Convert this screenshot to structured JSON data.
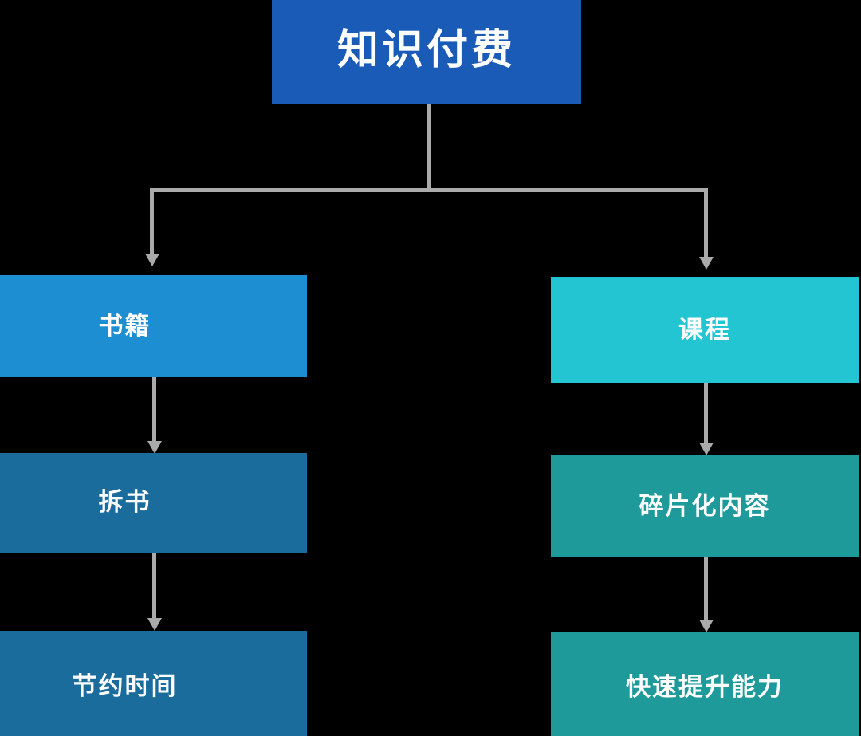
{
  "diagram": {
    "title": "知识付费",
    "background_color": "#000000",
    "connector_color": "#AAAAAA",
    "text_color": "#FFFFFF",
    "type": "tree-flowchart",
    "root": {
      "label": "知识付费",
      "color": "#1A5BB8"
    },
    "branches": [
      {
        "id": "books",
        "label": "书籍",
        "color": "#1C8ED1",
        "children": [
          {
            "id": "dissect",
            "label": "拆书",
            "color": "#1A6C9C",
            "children": [
              {
                "id": "save-time",
                "label": "节约时间",
                "color": "#1A6C9C"
              }
            ]
          }
        ]
      },
      {
        "id": "courses",
        "label": "课程",
        "color": "#22C5D1",
        "children": [
          {
            "id": "fragmented-content",
            "label": "碎片化内容",
            "color": "#1E9A9A",
            "children": [
              {
                "id": "improve-ability",
                "label": "快速提升能力",
                "color": "#1E9A9A"
              }
            ]
          }
        ]
      }
    ],
    "connectors": [
      {
        "id": "root-to-fork",
        "from": "知识付费",
        "to": "fork-bar",
        "arrow": false
      },
      {
        "id": "fork-to-books",
        "from": "fork-bar",
        "to": "书籍",
        "arrow": true
      },
      {
        "id": "fork-to-courses",
        "from": "fork-bar",
        "to": "课程",
        "arrow": true
      },
      {
        "id": "books-to-dissect",
        "from": "书籍",
        "to": "拆书",
        "arrow": true
      },
      {
        "id": "dissect-to-save-time",
        "from": "拆书",
        "to": "节约时间",
        "arrow": true
      },
      {
        "id": "courses-to-fragmented",
        "from": "课程",
        "to": "碎片化内容",
        "arrow": true
      },
      {
        "id": "fragmented-to-ability",
        "from": "碎片化内容",
        "to": "快速提升能力",
        "arrow": true
      }
    ]
  }
}
